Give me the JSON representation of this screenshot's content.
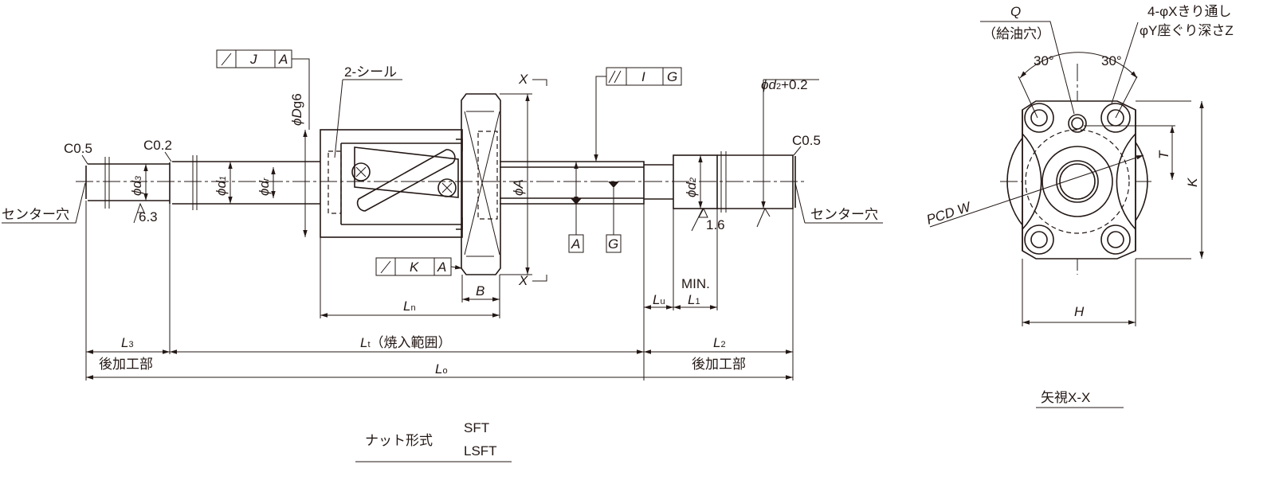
{
  "colors": {
    "line": "#231815",
    "background": "#ffffff"
  },
  "front_view": {
    "chamfer_left": "C0.5",
    "chamfer_mid": "C0.2",
    "chamfer_right": "C0.5",
    "center_hole_left": "センター穴",
    "center_hole_right": "センター穴",
    "dia_d3": {
      "prefix": "ϕ",
      "main": "d",
      "sub": "3"
    },
    "dia_d1": {
      "prefix": "ϕ",
      "main": "d",
      "sub": "1"
    },
    "dia_dr": {
      "prefix": "ϕ",
      "main": "d",
      "sub": "r"
    },
    "dia_Dg6": {
      "prefix": "ϕ",
      "main": "D",
      "suffix": "g6"
    },
    "dia_A": {
      "prefix": "ϕ",
      "main": "A"
    },
    "dia_d2": {
      "prefix": "ϕ",
      "main": "d",
      "sub": "2"
    },
    "dia_d2_plus": {
      "prefix": "ϕ",
      "main": "d",
      "sub": "2",
      "suffix": "+0.2"
    },
    "roughness_left": "6.3",
    "roughness_right": "1.6",
    "seal_label": "2-シール",
    "section_mark": "X",
    "tolerance_J": {
      "symbol": "runout-icon",
      "value": "J",
      "datum": "A"
    },
    "tolerance_K": {
      "symbol": "runout-icon",
      "value": "K",
      "datum": "A"
    },
    "tolerance_I": {
      "symbol": "total-runout-icon",
      "value": "I",
      "datum": "G"
    },
    "datum_A": "A",
    "datum_G": "G",
    "dim_B": "B",
    "dim_Ln": {
      "main": "L",
      "sub": "n"
    },
    "dim_Lu": {
      "main": "L",
      "sub": "u"
    },
    "dim_L1": {
      "pre": "MIN.",
      "main": "L",
      "sub": "1"
    },
    "dim_L3": {
      "main": "L",
      "sub": "3",
      "note": "後加工部"
    },
    "dim_Lt": {
      "main": "L",
      "sub": "t",
      "note": "（焼入範囲）"
    },
    "dim_L2": {
      "main": "L",
      "sub": "2",
      "note": "後加工部"
    },
    "dim_Lo": {
      "main": "L",
      "sub": "o"
    }
  },
  "end_view": {
    "title": "矢視X-X",
    "oil_hole": {
      "label": "Q",
      "note": "（給油穴）"
    },
    "bolt_holes": {
      "line1": "4-φXきり通し",
      "line2": "φY座ぐり深さZ"
    },
    "angle_left": "30°",
    "angle_right": "30°",
    "pcd": "PCD  W",
    "dim_T": "T",
    "dim_K": "K",
    "dim_H": "H"
  },
  "nut_type": {
    "label": "ナット形式",
    "types": [
      "SFT",
      "LSFT"
    ]
  }
}
